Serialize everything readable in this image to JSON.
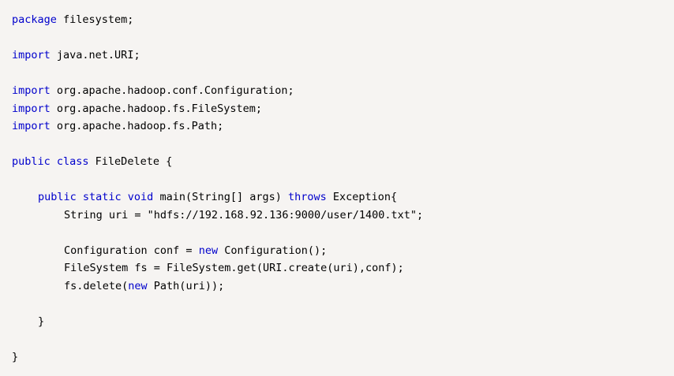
{
  "code": {
    "language": "java",
    "colors": {
      "keyword": "#0000cc",
      "text": "#000000",
      "background": "#f6f4f2"
    },
    "lines": {
      "l1": {
        "kw": "package",
        "text": " filesystem;"
      },
      "l3": {
        "kw": "import",
        "text": " java.net.URI;"
      },
      "l5": {
        "kw": "import",
        "text": " org.apache.hadoop.conf.Configuration;"
      },
      "l6": {
        "kw": "import",
        "text": " org.apache.hadoop.fs.FileSystem;"
      },
      "l7": {
        "kw": "import",
        "text": " org.apache.hadoop.fs.Path;"
      },
      "l9": {
        "kw": "public class",
        "text": " FileDelete {"
      },
      "l11": {
        "kw1": "public static void",
        "mid": " main(String[] args) ",
        "kw2": "throws",
        "text": " Exception{"
      },
      "l12": {
        "text": "String uri = \"hdfs://192.168.92.136:9000/user/1400.txt\";"
      },
      "l14": {
        "pre": "Configuration conf = ",
        "kw": "new",
        "text": " Configuration();"
      },
      "l15": {
        "text": "FileSystem fs = FileSystem.get(URI.create(uri),conf);"
      },
      "l16": {
        "pre": "fs.delete(",
        "kw": "new",
        "text": " Path(uri));"
      },
      "l18": {
        "text": "}"
      },
      "l20": {
        "text": "}"
      }
    }
  }
}
